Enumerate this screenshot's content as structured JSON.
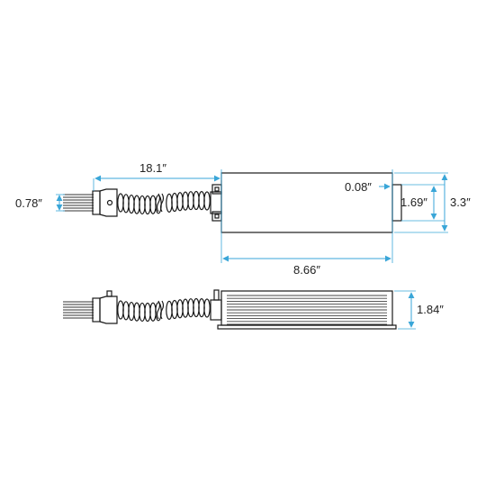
{
  "colors": {
    "dimension": "#3aa6d8",
    "outline": "#1a1a1a",
    "fill_body": "#ffffff"
  },
  "dimensions": {
    "cable_length": "18.1″",
    "wire_bundle_height": "0.78″",
    "flange_thickness": "0.08″",
    "mount_spacing": "1.69″",
    "body_width": "3.3″",
    "body_length": "8.66″",
    "body_height": "1.84″"
  }
}
